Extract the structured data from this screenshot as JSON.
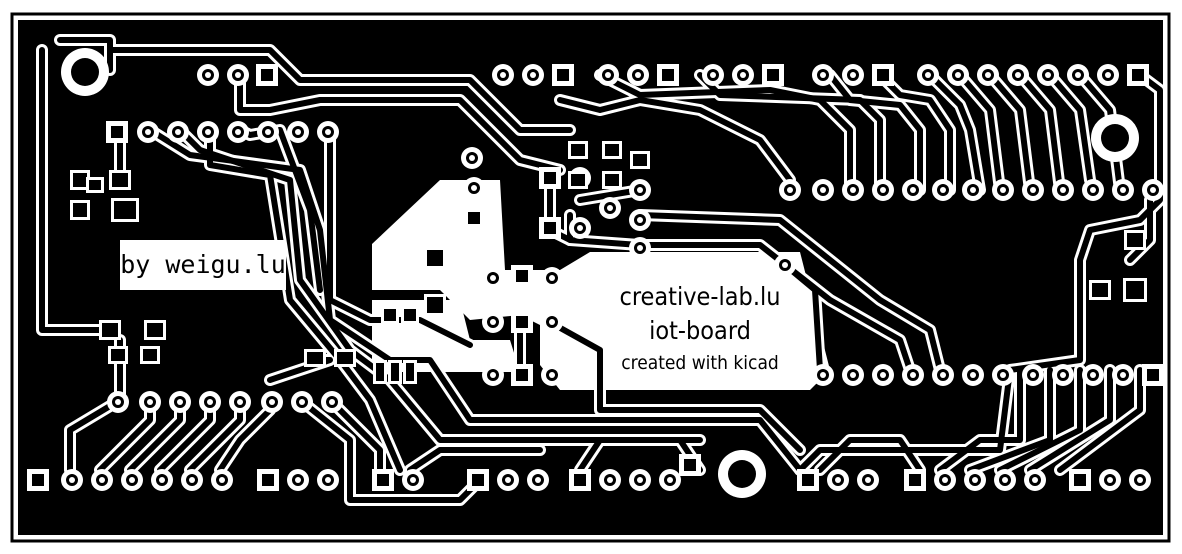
{
  "board": {
    "credit": "by weigu.lu",
    "info_lines": [
      "creative-lab.lu",
      "iot-board",
      "created with kicad"
    ]
  },
  "colors": {
    "copper": "#000000",
    "trace_gap": "#ffffff",
    "board_edge": "#000000"
  },
  "icons": [
    "mounting-hole-icon",
    "pad-icon",
    "trace-icon"
  ]
}
